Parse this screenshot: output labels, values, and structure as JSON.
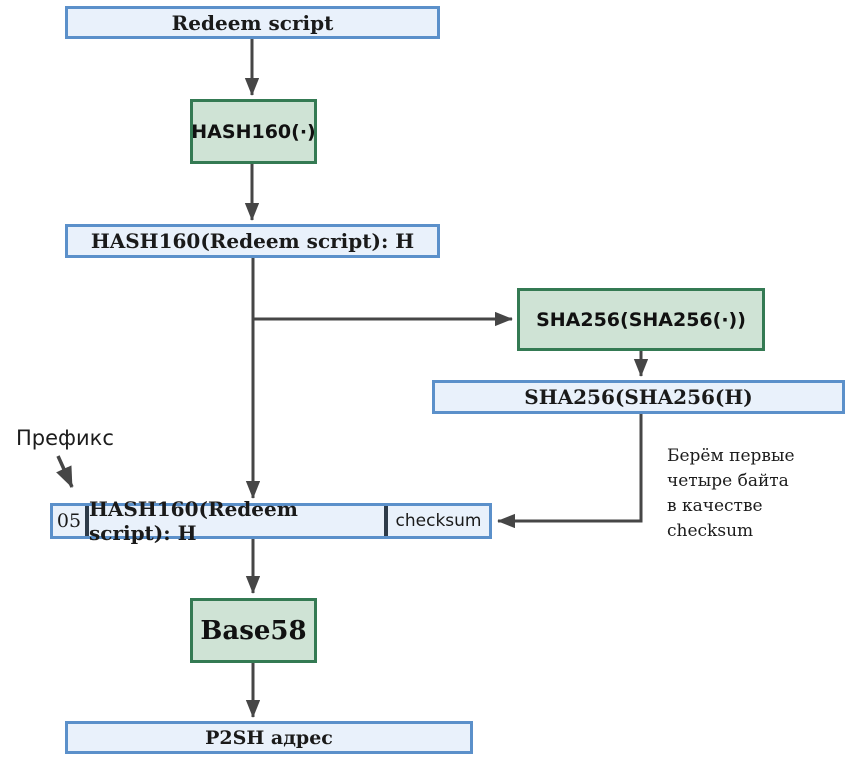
{
  "diagram": {
    "title": "P2SH address derivation flow",
    "boxes": {
      "redeem_script": {
        "label": "Redeem script"
      },
      "hash160_fn": {
        "label": "HASH160(·)"
      },
      "hash160_result": {
        "label": "HASH160(Redeem script): H"
      },
      "sha256_fn": {
        "label": "SHA256(SHA256(·))"
      },
      "sha256_result": {
        "label": "SHA256(SHA256(H)"
      },
      "payload": {
        "prefix": "05",
        "body": "HASH160(Redeem script): H",
        "checksum": "checksum"
      },
      "base58_fn": {
        "label": "Base58"
      },
      "p2sh_address": {
        "label": "P2SH адрес"
      }
    },
    "annotations": {
      "prefix_label": "Префикс",
      "checksum_note_lines": [
        "Берём первые",
        "четыре байта",
        "в качестве",
        "checksum"
      ]
    },
    "colors": {
      "blue_border": "#5b90ca",
      "blue_fill": "#e9f1fb",
      "green_border": "#347a53",
      "green_fill": "#cfe3d5",
      "divider": "#2e3b49",
      "arrow": "#464646"
    }
  }
}
